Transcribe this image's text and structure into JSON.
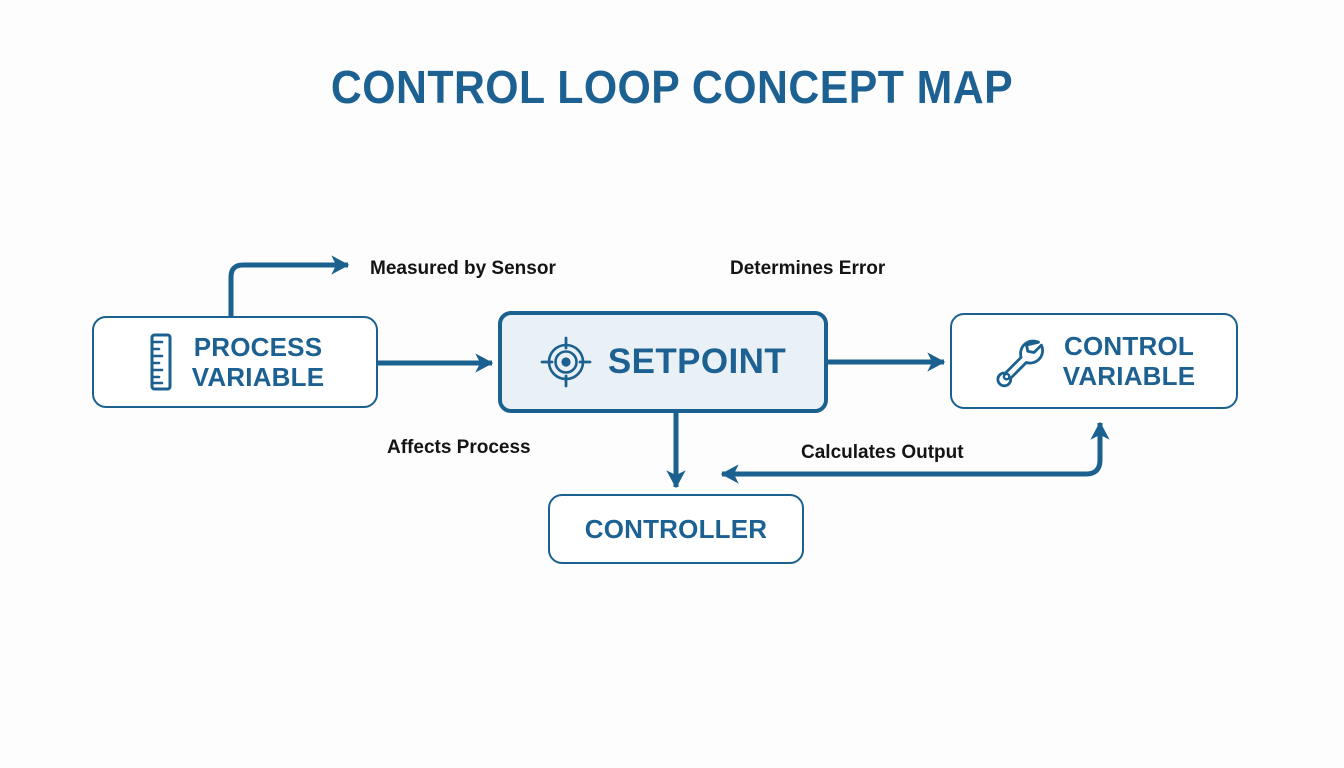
{
  "title": "CONTROL LOOP CONCEPT MAP",
  "colors": {
    "accent": "#1d6192",
    "edge": "#1b618f",
    "node_fill": "#ffffff",
    "primary_node_fill": "#eaf1f6",
    "label_text": "#141414",
    "background": "#fdfdfd"
  },
  "nodes": [
    {
      "id": "process-variable",
      "label": "PROCESS\nVARIABLE",
      "icon": "ruler-icon",
      "primary": false
    },
    {
      "id": "setpoint",
      "label": "SETPOINT",
      "icon": "target-icon",
      "primary": true
    },
    {
      "id": "control-variable",
      "label": "CONTROL\nVARIABLE",
      "icon": "wrench-icon",
      "primary": false
    },
    {
      "id": "controller",
      "label": "CONTROLLER",
      "icon": "none",
      "primary": false
    }
  ],
  "edges": [
    {
      "id": "measured-by-sensor",
      "label": "Measured by Sensor",
      "from": "process-variable",
      "to": "sensor-branch"
    },
    {
      "id": "determines-error",
      "label": "Determines Error",
      "from": "setpoint",
      "to": "control-variable"
    },
    {
      "id": "affects-process",
      "label": "Affects Process",
      "from": "setpoint",
      "to": "controller"
    },
    {
      "id": "calculates-output",
      "label": "Calculates Output",
      "from": "controller",
      "to": "control-variable"
    }
  ]
}
